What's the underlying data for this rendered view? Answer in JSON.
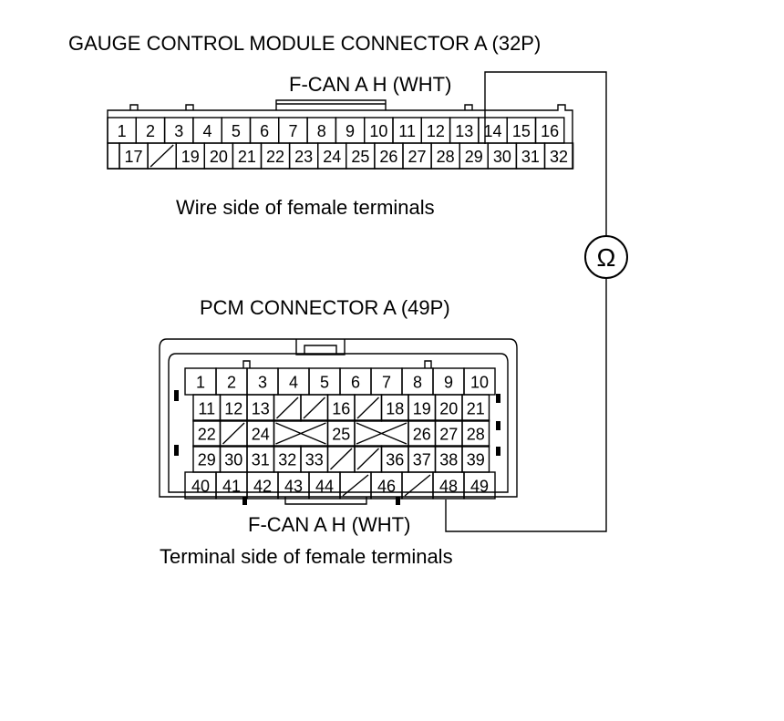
{
  "gauge": {
    "title": "GAUGE CONTROL MODULE CONNECTOR A (32P)",
    "wire_label": "F-CAN A H (WHT)",
    "caption": "Wire side of female terminals",
    "row1": [
      "1",
      "2",
      "3",
      "4",
      "5",
      "6",
      "7",
      "8",
      "9",
      "10",
      "11",
      "12",
      "13",
      "14",
      "15",
      "16"
    ],
    "row2": [
      "",
      "17",
      "/",
      "19",
      "20",
      "21",
      "22",
      "23",
      "24",
      "25",
      "26",
      "27",
      "28",
      "29",
      "30",
      "31",
      "32"
    ]
  },
  "pcm": {
    "title": "PCM CONNECTOR A (49P)",
    "wire_label": "F-CAN A H (WHT)",
    "caption": "Terminal side of female terminals",
    "row1": [
      "1",
      "2",
      "3",
      "4",
      "5",
      "6",
      "7",
      "8",
      "9",
      "10"
    ],
    "row2": [
      "11",
      "12",
      "13",
      "/",
      "/",
      "16",
      "/",
      "18",
      "19",
      "20",
      "21"
    ],
    "row3": [
      "22",
      "/",
      "24",
      "X",
      "",
      "25",
      "X",
      "",
      "26",
      "27",
      "28"
    ],
    "row4": [
      "29",
      "30",
      "31",
      "32",
      "33",
      "/",
      "/",
      "36",
      "37",
      "38",
      "39"
    ],
    "row5": [
      "40",
      "41",
      "42",
      "43",
      "44",
      "/",
      "46",
      "/",
      "48",
      "49"
    ]
  },
  "meter": {
    "symbol": "Ω",
    "icon": "ohmmeter-icon"
  }
}
